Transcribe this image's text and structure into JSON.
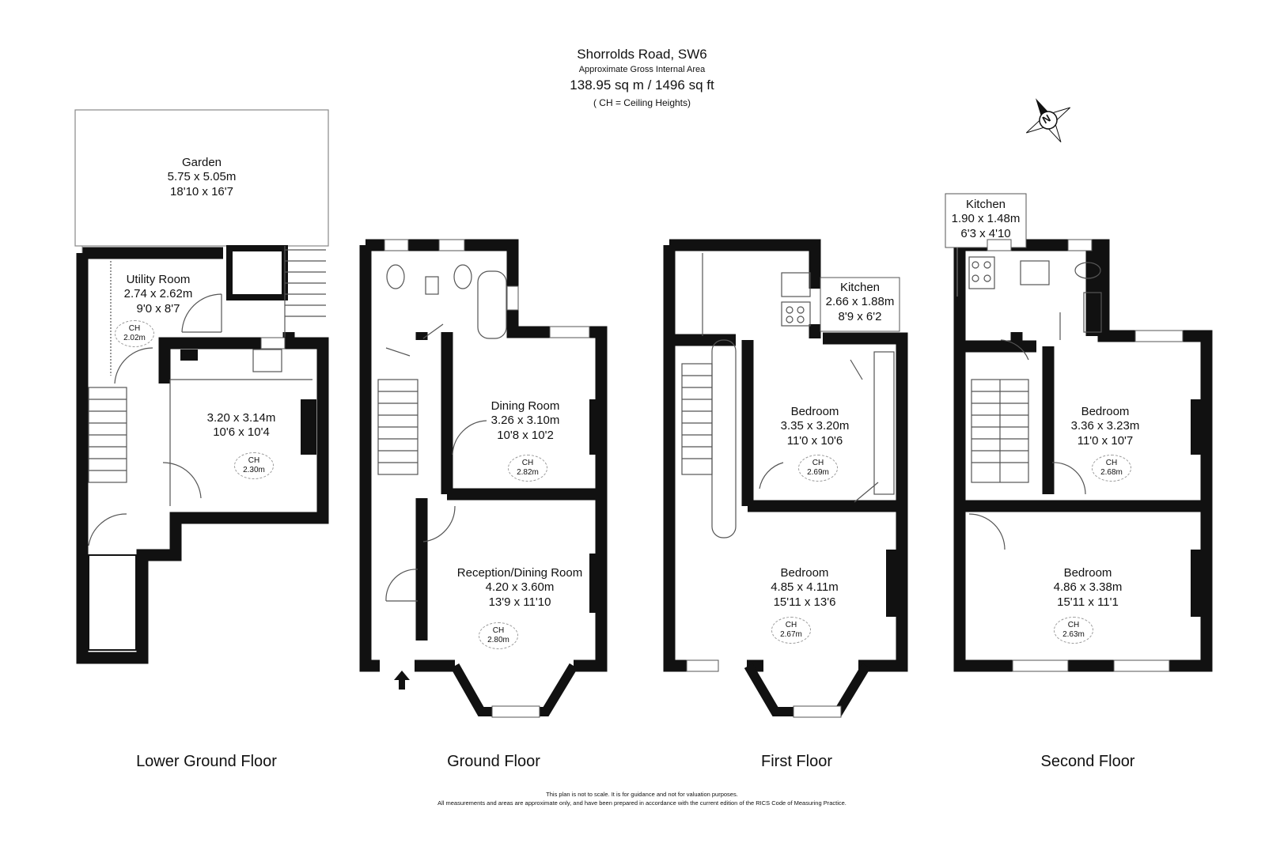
{
  "header": {
    "address": "Shorrolds Road, SW6",
    "area_label": "Approximate Gross Internal Area",
    "area_value": "138.95 sq m /  1496 sq ft",
    "ch_note": "( CH = Ceiling Heights)"
  },
  "compass": {
    "icon": "compass-north-icon",
    "letter": "N"
  },
  "floors": {
    "lower_ground": {
      "name": "Lower Ground Floor",
      "garden": {
        "name": "Garden",
        "metric": "5.75 x 5.05m",
        "imperial": "18'10 x 16'7"
      },
      "utility": {
        "name": "Utility Room",
        "metric": "2.74 x 2.62m",
        "imperial": "9'0 x 8'7",
        "ch_label": "CH",
        "ch": "2.02m"
      },
      "kitchen": {
        "metric": "3.20 x 3.14m",
        "imperial": "10'6 x 10'4",
        "ch_label": "CH",
        "ch": "2.30m"
      }
    },
    "ground": {
      "name": "Ground Floor",
      "dining": {
        "name": "Dining Room",
        "metric": "3.26 x 3.10m",
        "imperial": "10'8 x 10'2",
        "ch_label": "CH",
        "ch": "2.82m"
      },
      "reception": {
        "name": "Reception/Dining Room",
        "metric": "4.20 x 3.60m",
        "imperial": "13'9 x 11'10",
        "ch_label": "CH",
        "ch": "2.80m"
      }
    },
    "first": {
      "name": "First Floor",
      "kitchen": {
        "name": "Kitchen",
        "metric": "2.66 x 1.88m",
        "imperial": "8'9 x 6'2"
      },
      "bedroom1": {
        "name": "Bedroom",
        "metric": "3.35 x 3.20m",
        "imperial": "11'0 x 10'6",
        "ch_label": "CH",
        "ch": "2.69m"
      },
      "bedroom2": {
        "name": "Bedroom",
        "metric": "4.85 x 4.11m",
        "imperial": "15'11 x 13'6",
        "ch_label": "CH",
        "ch": "2.67m"
      }
    },
    "second": {
      "name": "Second Floor",
      "kitchen": {
        "name": "Kitchen",
        "metric": "1.90 x 1.48m",
        "imperial": "6'3 x 4'10"
      },
      "bedroom1": {
        "name": "Bedroom",
        "metric": "3.36 x 3.23m",
        "imperial": "11'0 x 10'7",
        "ch_label": "CH",
        "ch": "2.68m"
      },
      "bedroom2": {
        "name": "Bedroom",
        "metric": "4.86 x 3.38m",
        "imperial": "15'11 x 11'1",
        "ch_label": "CH",
        "ch": "2.63m"
      }
    }
  },
  "footer": {
    "line1": "This plan is not to scale. It is for guidance and not for valuation purposes.",
    "line2": "All measurements and areas are approximate only, and have been prepared in accordance with the current edition of the RICS Code of Measuring Practice."
  },
  "colors": {
    "wall": "#111111",
    "window": "#ffffff",
    "dashed": "#999999",
    "text": "#111111"
  }
}
